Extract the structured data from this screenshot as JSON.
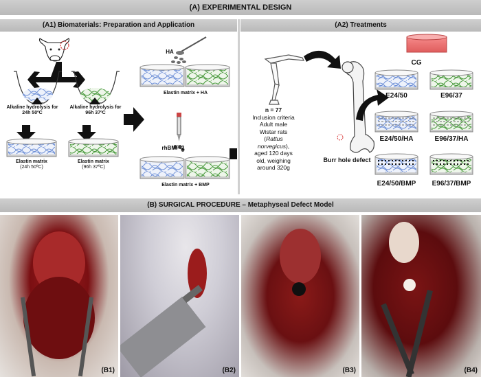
{
  "header": {
    "title": "(A) EXPERIMENTAL DESIGN"
  },
  "section_a1": {
    "title": "(A1) Biomaterials: Preparation and Application"
  },
  "section_a2": {
    "title": "(A2) Treatments"
  },
  "a1": {
    "hydrolysis_left": "Alkaline hydrolysis for 24h 50ºC",
    "hydrolysis_right": "Alkaline hydrolysis for 96h 37ºC",
    "matrix_left_title": "Elastin matrix",
    "matrix_left_sub": "(24h 50ºC)",
    "matrix_right_title": "Elastin matrix",
    "matrix_right_sub": "(96h 37ºC)",
    "ha_label": "HA",
    "elastin_ha": "Elastin matrix  +  HA",
    "bmp_label": "rhBMP-2",
    "elastin_bmp": "Elastin matrix  +  BMP"
  },
  "a2": {
    "n_line": "n = 77",
    "criteria_1": "Inclusion criteria",
    "criteria_2": "Adult male",
    "criteria_3": "Wistar rats",
    "criteria_4a": "(",
    "criteria_4b": "Rattus",
    "criteria_5": "norvegicus",
    "criteria_5b": "),",
    "criteria_6": "aged 120 days",
    "criteria_7": "old, weighing",
    "criteria_8": "around 320g",
    "burr_hole": "Burr hole defect",
    "groups": {
      "cg": "CG",
      "e24_50": "E24/50",
      "e96_37": "E96/37",
      "e24_50_ha": "E24/50/HA",
      "e96_37_ha": "E96/37/HA",
      "e24_50_bmp": "E24/50/BMP",
      "e96_37_bmp": "E96/37/BMP"
    }
  },
  "section_b": {
    "title": "(B) SURGICAL PROCEDURE – Metaphyseal Defect Model"
  },
  "photos": {
    "b1": "(B1)",
    "b2": "(B2)",
    "b3": "(B3)",
    "b4": "(B4)"
  },
  "colors": {
    "blue_fiber": "#6d8fd6",
    "green_fiber": "#5aa54a",
    "cg_fill": "#f07070"
  }
}
